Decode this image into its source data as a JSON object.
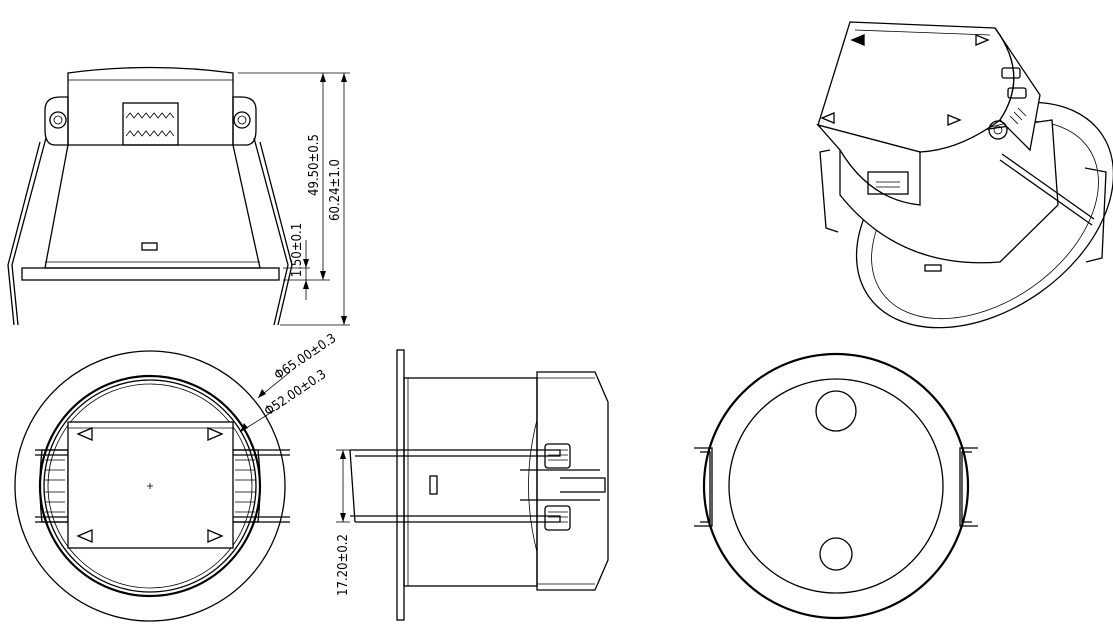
{
  "dimensions": {
    "flange_thickness": "1.50±0.1",
    "body_height": "49.50±0.5",
    "overall_height": "60.24±1.0",
    "outer_diameter": "Φ65.00±0.3",
    "cutout_diameter": "Φ52.00±0.3",
    "spring_span": "17.20±0.2"
  }
}
